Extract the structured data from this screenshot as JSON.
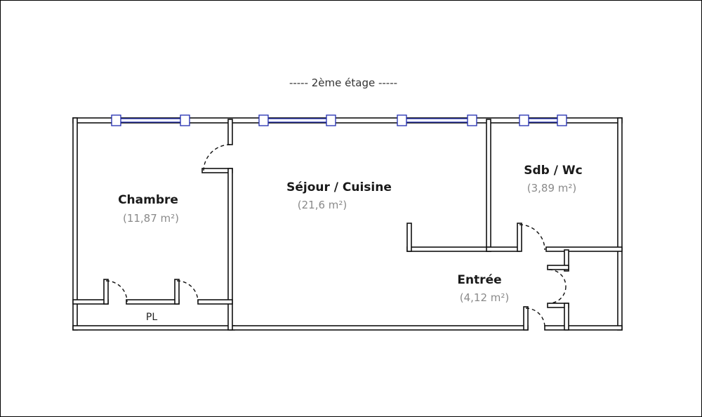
{
  "floor_title": "----- 2ème étage -----",
  "rooms": {
    "chambre": {
      "name": "Chambre",
      "area": "(11,87 m²)"
    },
    "sejour": {
      "name": "Séjour / Cuisine",
      "area": "(21,6 m²)"
    },
    "sdb": {
      "name": "Sdb / Wc",
      "area": "(3,89 m²)"
    },
    "entree": {
      "name": "Entrée",
      "area": "(4,12 m²)"
    },
    "placard": {
      "name": "PL"
    }
  },
  "colors": {
    "wall": "#111111",
    "window": "#1f2bb0",
    "area_text": "#8a8a8a"
  }
}
